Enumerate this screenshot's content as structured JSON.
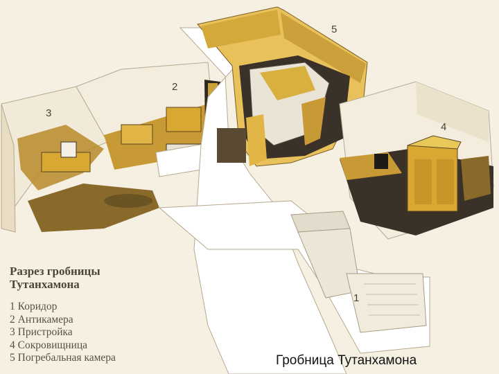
{
  "diagram": {
    "labels": {
      "corridor": "1",
      "antechamber": "2",
      "annex": "3",
      "treasury": "4",
      "burial_chamber": "5"
    }
  },
  "legend": {
    "title_line1": "Разрез гробницы",
    "title_line2": "Тутанхамона",
    "items": [
      "1 Коридор",
      "2 Антикамера",
      "3 Пристройка",
      "4 Сокровищница",
      "5 Погребальная камера"
    ]
  },
  "caption": "Гробница Тутанхамона",
  "colors": {
    "background": "#f6f0e3",
    "wall": "#ffffff",
    "gold": "#d8a832",
    "dark": "#3a3128"
  }
}
